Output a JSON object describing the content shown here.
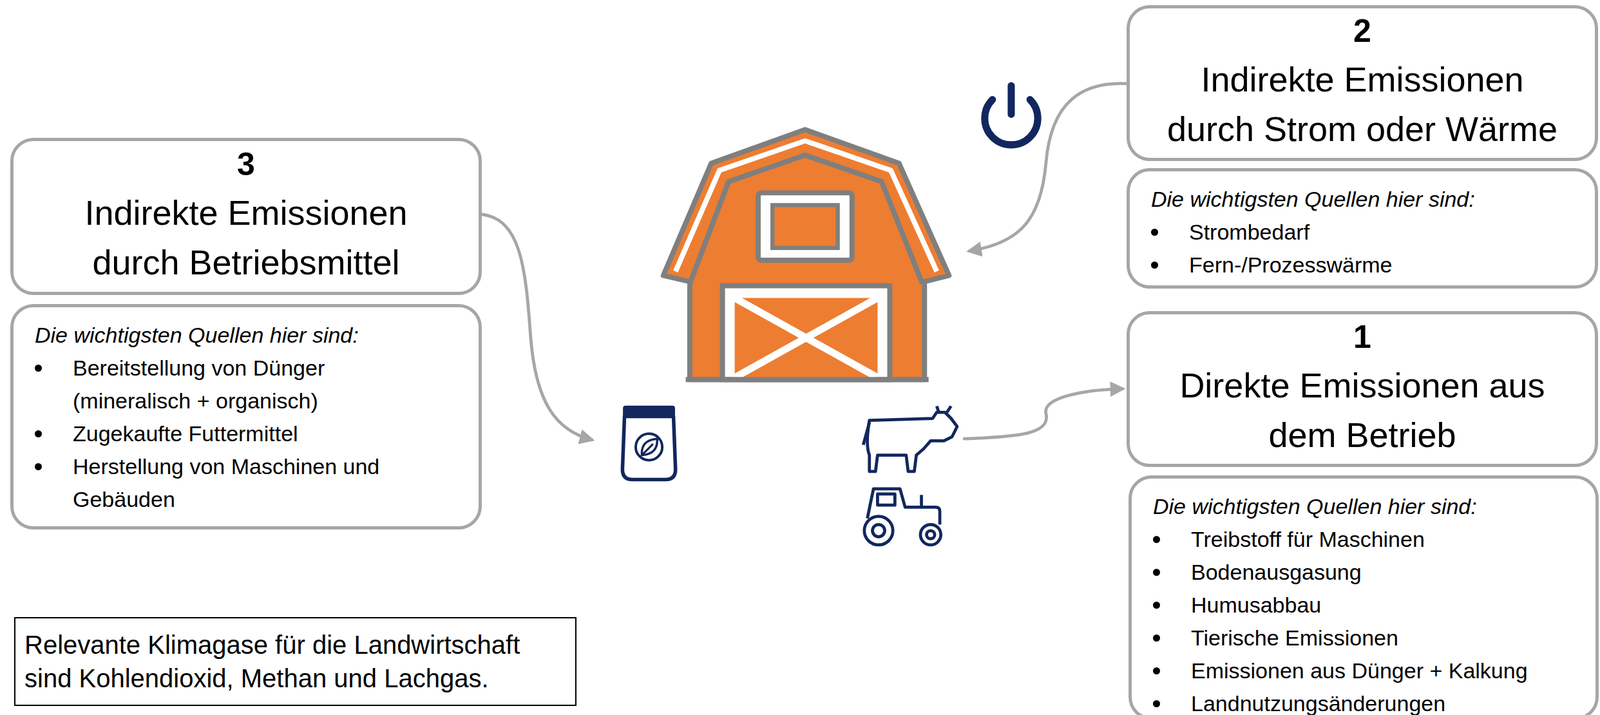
{
  "diagram": {
    "nodes": [
      {
        "text": [
          "3",
          "Indirekte Emissionen durch Betriebsmittel"
        ]
      },
      {
        "text": [
          "Die wichtigsten Quellen hier sind:",
          "Bereitstellung von Dünger (mineralisch + organisch)",
          "Zugekaufte Futtermittel",
          "Herstellung von Maschinen und Gebäuden"
        ]
      },
      {
        "text": [
          "2",
          "Indirekte Emissionen durch Strom oder Wärme"
        ]
      },
      {
        "text": [
          "Die wichtigsten Quellen hier sind:",
          "Strombedarf",
          "Fern-/Prozesswärme"
        ]
      },
      {
        "text": [
          "1",
          "Direkte Emissionen aus dem Betrieb"
        ]
      },
      {
        "text": [
          "Die wichtigsten Quellen hier sind:",
          "Treibstoff für Maschinen",
          "Bodenausgasung",
          "Humusabbau",
          "Tierische Emissionen",
          "Emissionen aus Dünger + Kalkung",
          "Landnutzungsänderungen"
        ]
      },
      {
        "text": [
          "Relevante Klimagase für die Landwirtschaft sind Kohlendioxid, Methan und Lachgas."
        ]
      }
    ]
  }
}
